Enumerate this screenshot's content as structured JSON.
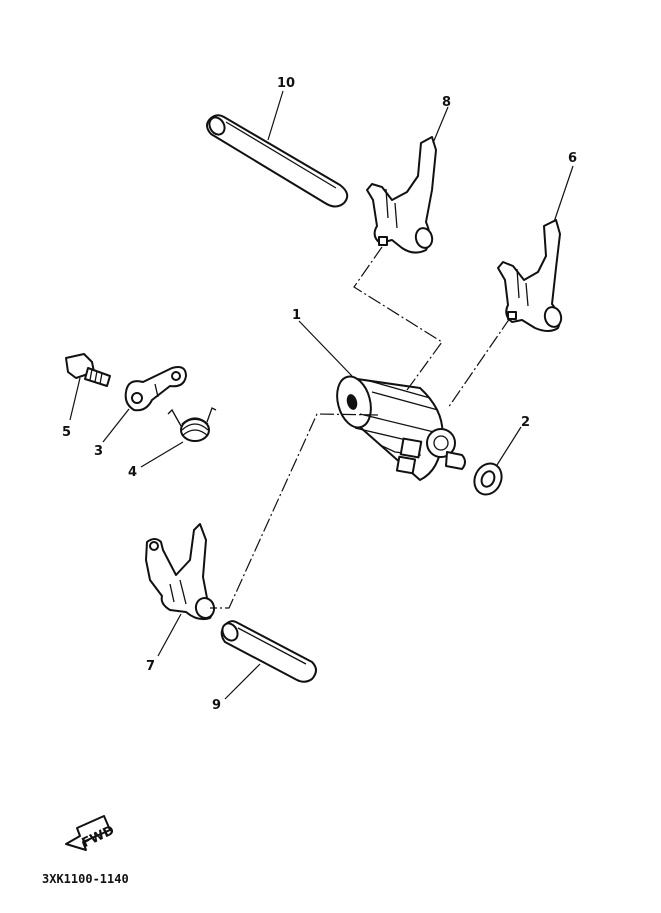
{
  "diagram": {
    "callouts": {
      "c1": "1",
      "c2": "2",
      "c3": "3",
      "c4": "4",
      "c5": "5",
      "c6": "6",
      "c7": "7",
      "c8": "8",
      "c9": "9",
      "c10": "10"
    },
    "fwd_label": "FWD",
    "drawing_code": "3XK1100-1140"
  }
}
